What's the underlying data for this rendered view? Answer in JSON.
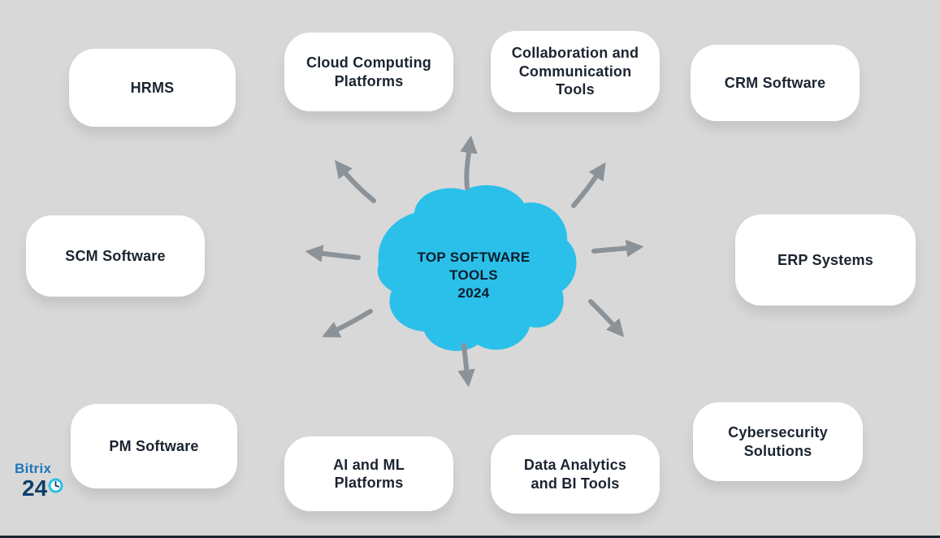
{
  "diagram": {
    "type": "hub-and-spoke mind map",
    "center": {
      "label": "TOP SOFTWARE\nTOOLS\n2024",
      "shape": "organic blob",
      "color": "#2bc0ea"
    },
    "nodes": [
      {
        "id": "hrms",
        "label": "HRMS"
      },
      {
        "id": "cloud",
        "label": "Cloud Computing\nPlatforms"
      },
      {
        "id": "collab",
        "label": "Collaboration and\nCommunication\nTools"
      },
      {
        "id": "crm",
        "label": "CRM Software"
      },
      {
        "id": "scm",
        "label": "SCM Software"
      },
      {
        "id": "erp",
        "label": "ERP Systems"
      },
      {
        "id": "pm",
        "label": "PM Software"
      },
      {
        "id": "aiml",
        "label": "AI and ML\nPlatforms"
      },
      {
        "id": "data",
        "label": "Data Analytics\nand BI Tools"
      },
      {
        "id": "cyber",
        "label": "Cybersecurity\nSolutions"
      }
    ],
    "arrow_directions": [
      "up",
      "up-left",
      "up-right",
      "left",
      "right",
      "down-left",
      "down-right",
      "down"
    ]
  },
  "logo": {
    "brand": "Bitrix",
    "number": "24"
  },
  "colors": {
    "background": "#d8d8d8",
    "node_fill": "#ffffff",
    "node_text": "#1b2430",
    "blob_fill": "#2bc0ea",
    "arrow": "#8b9399",
    "logo_brand_blue": "#1f76bc",
    "logo_number_navy": "#0d3f6b",
    "logo_clock_cyan": "#29bfe8",
    "bottom_rule": "#16262f"
  }
}
